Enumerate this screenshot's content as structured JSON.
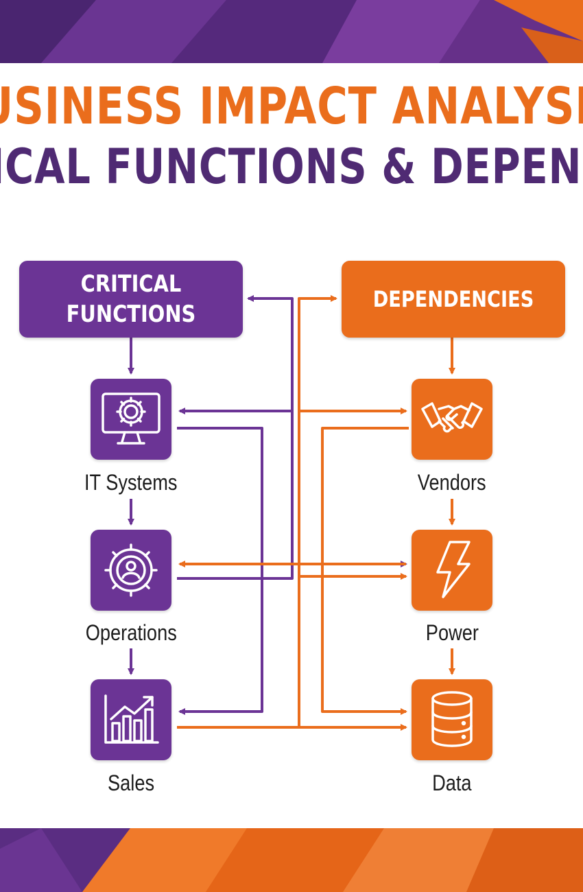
{
  "title": {
    "main": "USINESS IMPACT ANALYSI",
    "sub": "TICAL FUNCTIONS & DEPENDENC"
  },
  "columns": {
    "critical_functions": "CRITICAL FUNCTIONS",
    "dependencies": "DEPENDENCIES"
  },
  "critical_functions": [
    {
      "label": "IT Systems",
      "icon": "monitor-gear-icon"
    },
    {
      "label": "Operations",
      "icon": "gear-person-icon"
    },
    {
      "label": "Sales",
      "icon": "bar-chart-arrow-icon"
    }
  ],
  "dependencies": [
    {
      "label": "Vendors",
      "icon": "handshake-icon"
    },
    {
      "label": "Power",
      "icon": "lightning-icon"
    },
    {
      "label": "Data",
      "icon": "database-icon"
    }
  ],
  "colors": {
    "purple": "#6b3495",
    "orange": "#ea6d1c",
    "title_orange": "#ea6d1c",
    "title_purple": "#4f2a73"
  }
}
